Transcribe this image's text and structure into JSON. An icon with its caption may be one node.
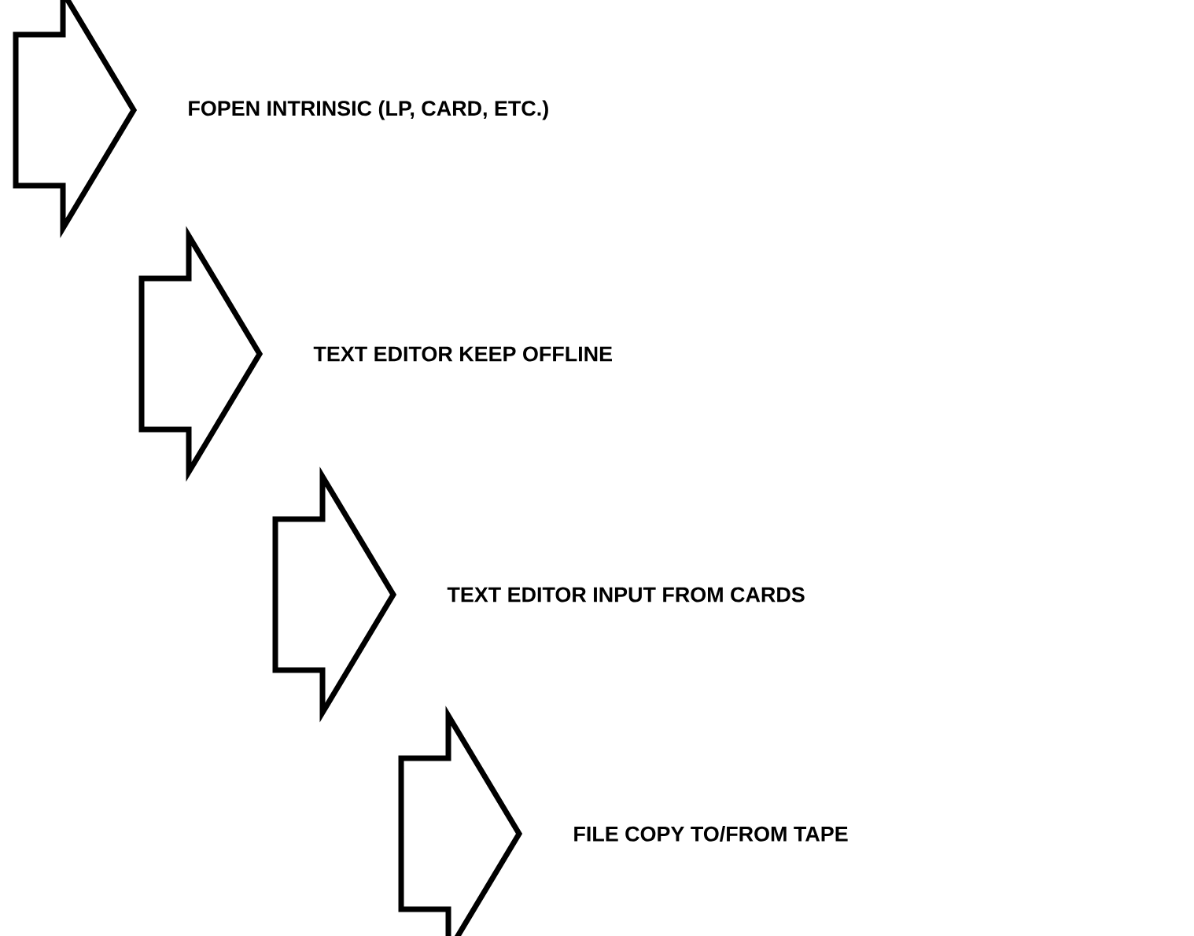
{
  "diagram": {
    "labels": [
      "FOPEN INTRINSIC (LP, CARD, ETC.)",
      "TEXT EDITOR KEEP OFFLINE",
      "TEXT EDITOR INPUT FROM CARDS",
      "FILE COPY TO/FROM TAPE"
    ]
  }
}
